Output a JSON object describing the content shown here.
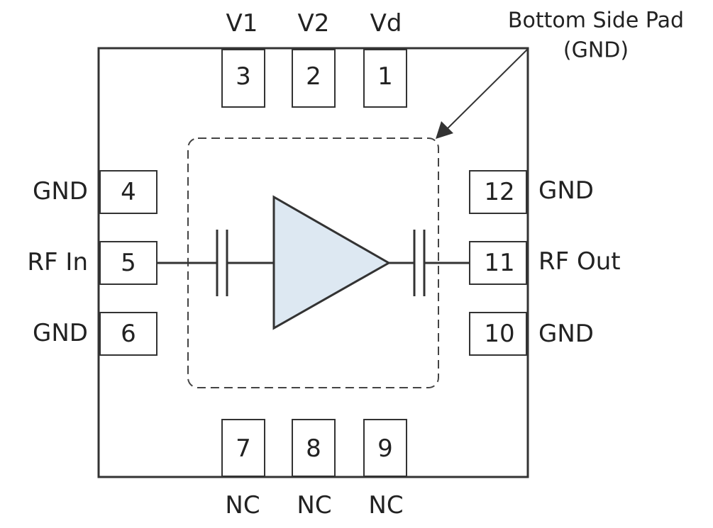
{
  "callout": {
    "line1": "Bottom Side Pad",
    "line2": "(GND)"
  },
  "pins": {
    "p1": {
      "number": "1",
      "label": "Vd"
    },
    "p2": {
      "number": "2",
      "label": "V2"
    },
    "p3": {
      "number": "3",
      "label": "V1"
    },
    "p4": {
      "number": "4",
      "label": "GND"
    },
    "p5": {
      "number": "5",
      "label": "RF In"
    },
    "p6": {
      "number": "6",
      "label": "GND"
    },
    "p7": {
      "number": "7",
      "label": "NC"
    },
    "p8": {
      "number": "8",
      "label": "NC"
    },
    "p9": {
      "number": "9",
      "label": "NC"
    },
    "p10": {
      "number": "10",
      "label": "GND"
    },
    "p11": {
      "number": "11",
      "label": "RF Out"
    },
    "p12": {
      "number": "12",
      "label": "GND"
    }
  },
  "colors": {
    "outline": "#333333",
    "amplifier_fill": "#dde8f2",
    "text": "#222222"
  }
}
